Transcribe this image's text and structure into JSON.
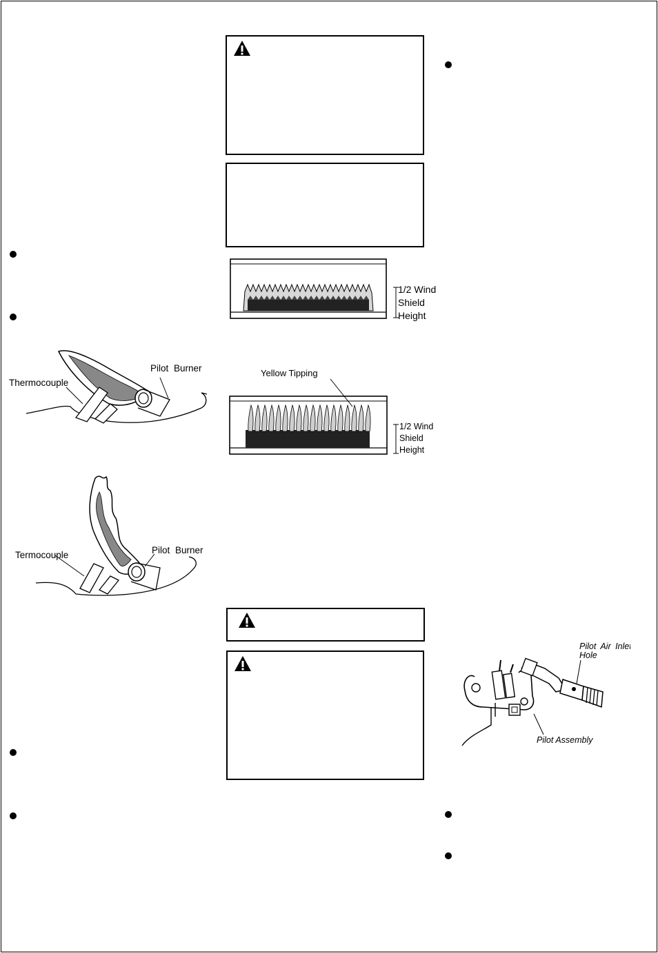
{
  "figures": {
    "pilot_flame_correct": {
      "thermocouple": "Thermocouple",
      "pilot_burner": "Pilot Burner"
    },
    "pilot_flame_incorrect": {
      "thermocouple": "Termocouple",
      "pilot_burner": "Pilot Burner"
    },
    "burner_flame_correct": {
      "height_line1": "1/2 Wind",
      "height_line2": "Shield",
      "height_line3": "Height"
    },
    "burner_flame_incorrect": {
      "yellow_tipping": "Yellow Tipping",
      "height_line1": "1/2 Wind",
      "height_line2": "Shield",
      "height_line3": "Height"
    },
    "pilot_assembly": {
      "air_inlet_line1": "Pilot Air Inlet",
      "air_inlet_line2": "Hole",
      "assembly": "Pilot Assembly"
    }
  },
  "icons": {
    "warning": "warning-triangle-icon",
    "bullet": "bullet-icon"
  }
}
